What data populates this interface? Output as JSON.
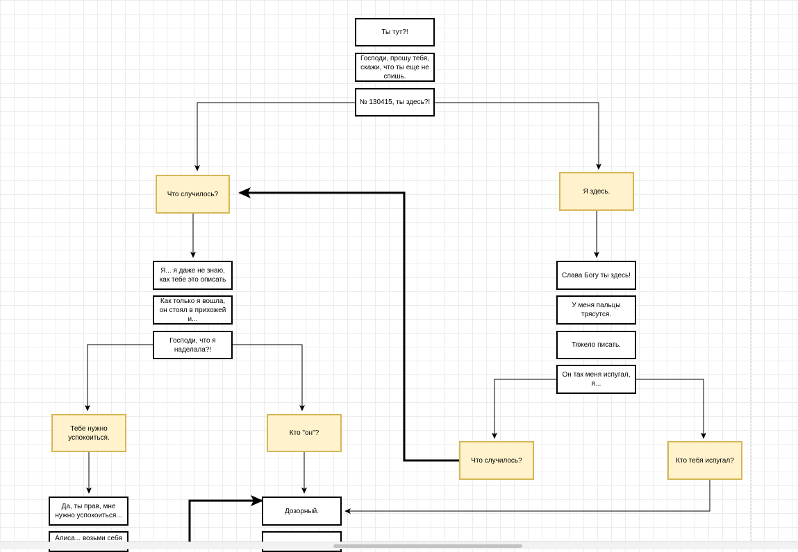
{
  "diagram": {
    "nodes": {
      "msg1": "Ты тут?!",
      "msg2": "Господи, прошу тебя, скажи, что ты еще не спишь.",
      "msg3": "№ 130415, ты здесь?!",
      "choice_what_happened": "Что случилось?",
      "choice_im_here": "Я здесь.",
      "msgL1": "Я... я даже не знаю, как тебе это описать",
      "msgL2": "Как только я вошла, он стоял в прихожей и...",
      "msgL3": "Господи, что я наделала?!",
      "choice_calm_down": "Тебе нужно успокоиться.",
      "choice_who_he": "Кто \"он\"?",
      "msgR1": "Слава Богу ты здесь!",
      "msgR2": "У меня пальцы трясутся.",
      "msgR3": "Тяжело писать.",
      "msgR4": "Он так меня испугал, я...",
      "choice_what_happened_2": "Что случилось?",
      "choice_who_scared": "Кто тебя испугал?",
      "msgLL1": "Да, ты прав, мне нужно успокоиться...",
      "msgLL2": "Алиса... возьми себя в",
      "msg_watcher": "Дозорный.",
      "msg_bottom": ""
    }
  }
}
